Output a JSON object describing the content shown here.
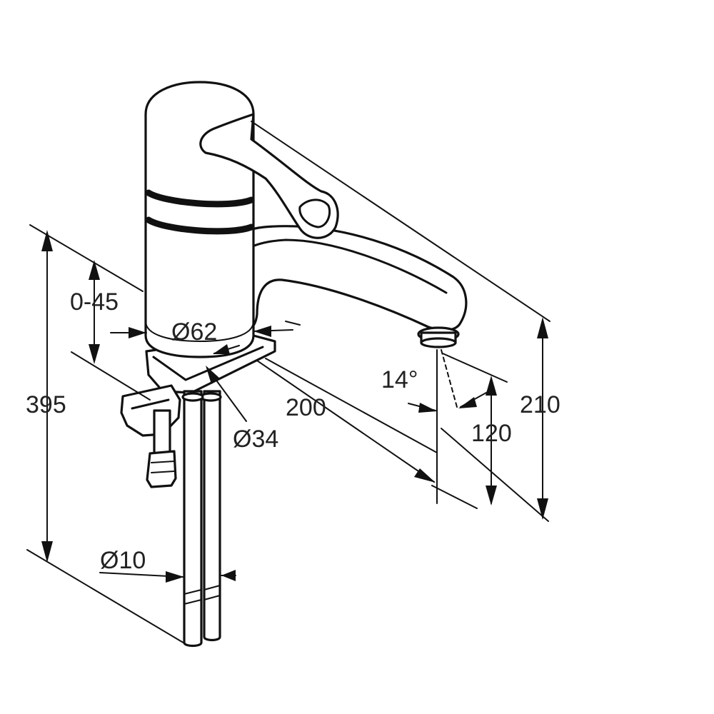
{
  "dimensions": {
    "adjust": "0-45",
    "body_diameter": "Ø62",
    "height_total": "395",
    "spout_reach": "200",
    "base_diameter": "Ø34",
    "spout_angle": "14°",
    "outlet_height": "120",
    "spout_height": "210",
    "hose_diameter": "Ø10"
  }
}
